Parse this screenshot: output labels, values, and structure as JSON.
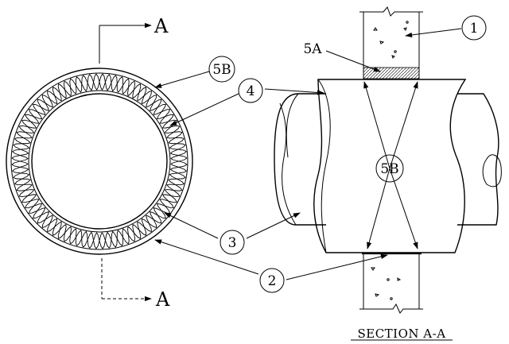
{
  "labels": {
    "section_top": "A",
    "section_bottom": "A",
    "section_title": "SECTION A-A"
  },
  "callouts": [
    {
      "id": "c1",
      "text": "1"
    },
    {
      "id": "c5a",
      "text": "5A"
    },
    {
      "id": "c5b_left",
      "text": "5B"
    },
    {
      "id": "c4",
      "text": "4"
    },
    {
      "id": "c5b_right",
      "text": "5B"
    },
    {
      "id": "c3",
      "text": "3"
    },
    {
      "id": "c2",
      "text": "2"
    }
  ]
}
